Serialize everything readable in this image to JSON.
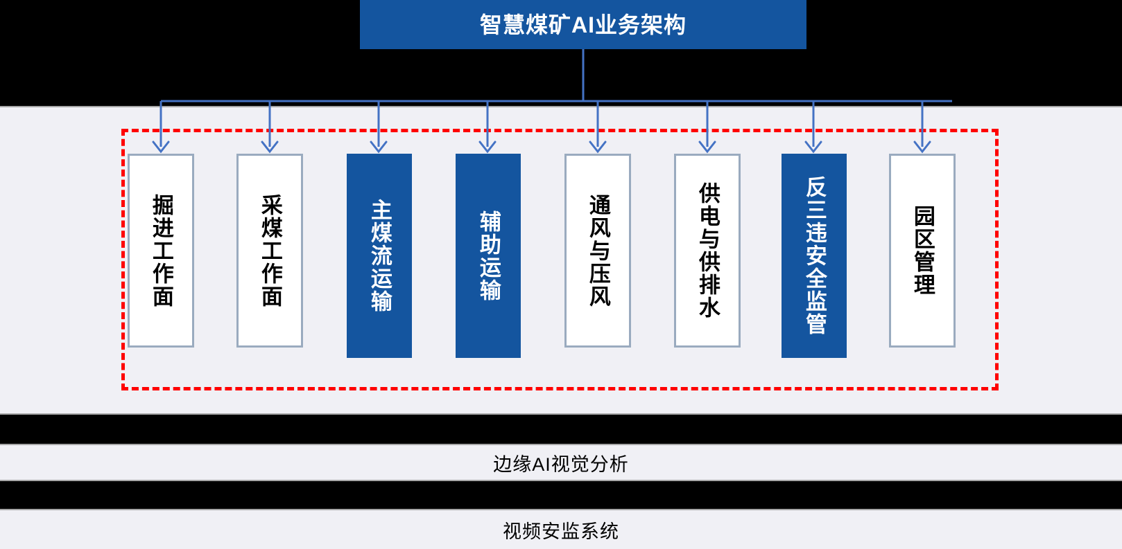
{
  "title": {
    "text": "智慧煤矿AI业务架构",
    "background_color": "#14559f",
    "text_color": "#ffffff"
  },
  "group_frame": {
    "border_color": "#ff0000",
    "border_style": "dashed"
  },
  "panel": {
    "background_color": "#f0f0f5",
    "border_color": "#a6a6a6"
  },
  "connector": {
    "color": "#4472c4"
  },
  "domains": [
    {
      "label": "掘进工作面",
      "style": "plain",
      "chars": 5
    },
    {
      "label": "采煤工作面",
      "style": "plain",
      "chars": 5
    },
    {
      "label": "主煤流运输",
      "style": "accent",
      "chars": 5
    },
    {
      "label": "辅助运输",
      "style": "accent",
      "chars": 4
    },
    {
      "label": "通风与压风",
      "style": "plain",
      "chars": 5
    },
    {
      "label": "供电与供排水",
      "style": "plain",
      "chars": 6
    },
    {
      "label": "反三违安全监管",
      "style": "accent",
      "chars": 7
    },
    {
      "label": "园区管理",
      "style": "plain",
      "chars": 4
    }
  ],
  "bottom_bars": [
    {
      "label": "边缘AI视觉分析"
    },
    {
      "label": "视频安监系统"
    }
  ]
}
